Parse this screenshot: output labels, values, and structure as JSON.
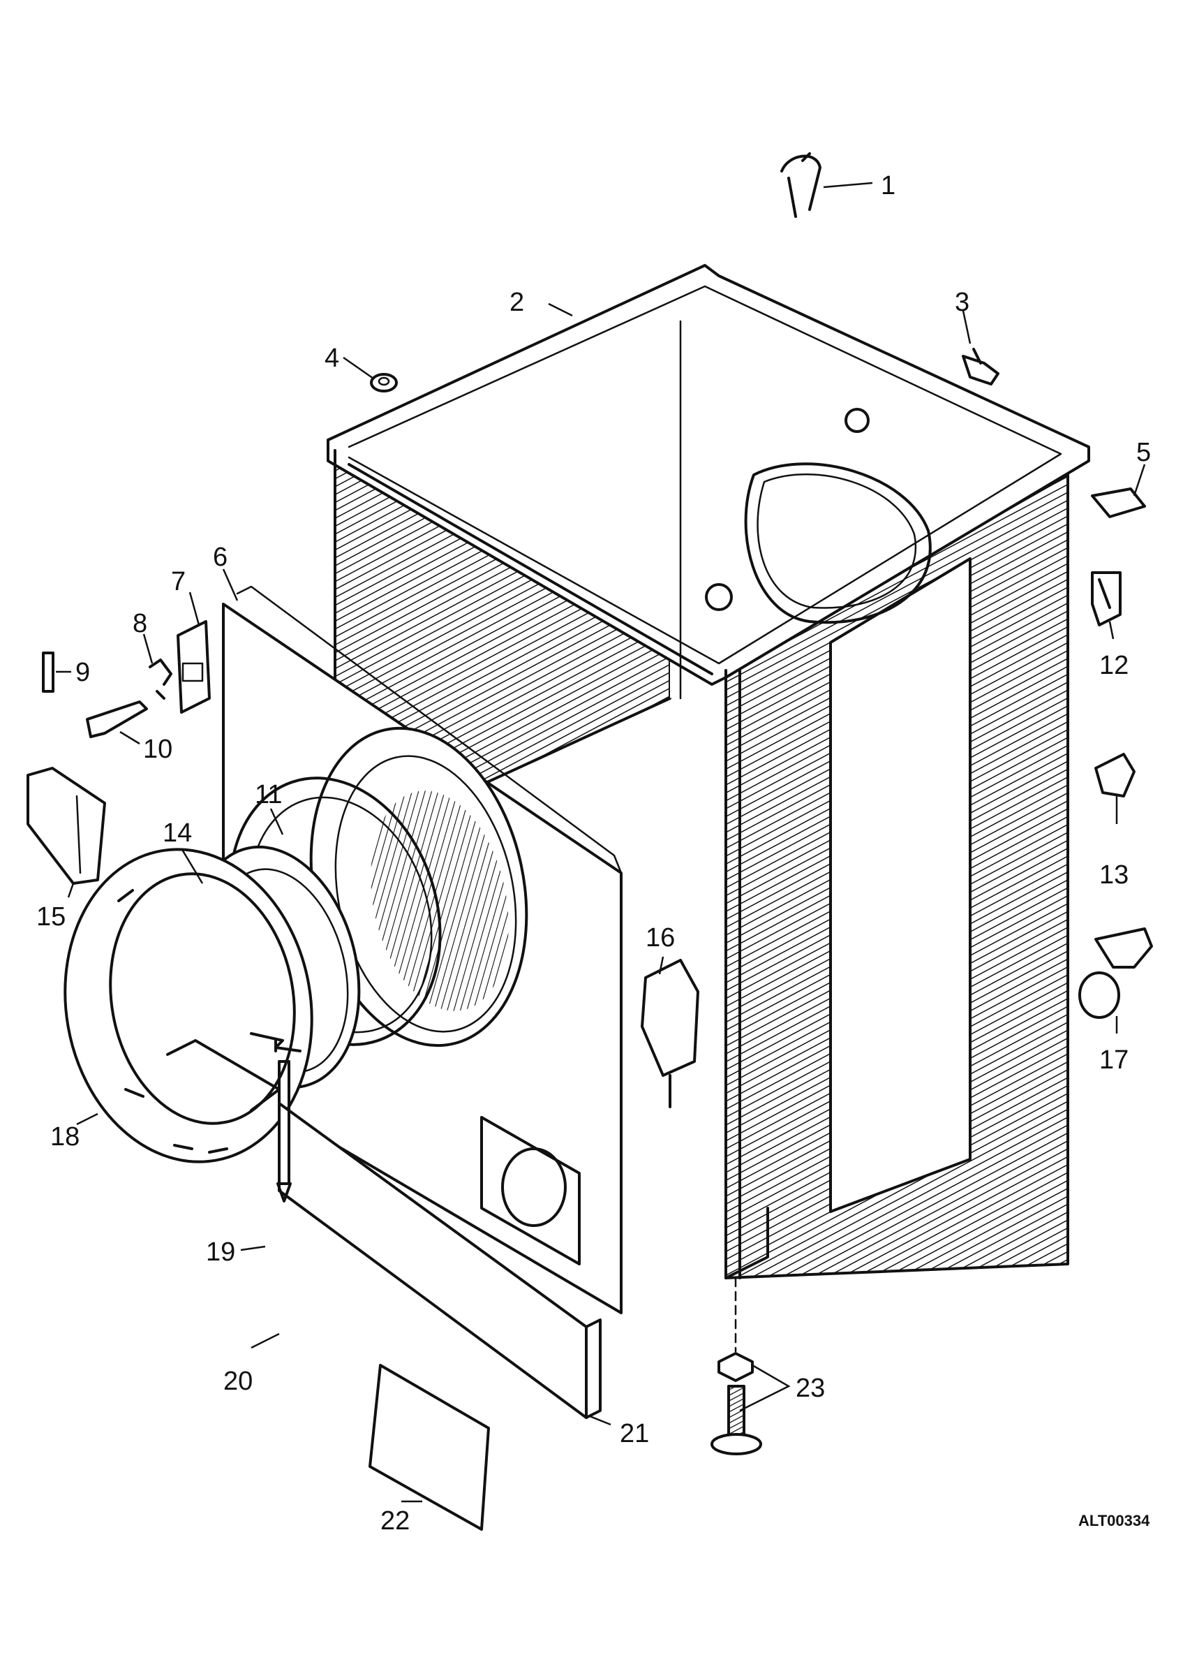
{
  "diagram_code": "ALT00334",
  "callouts": [
    {
      "label": "1"
    },
    {
      "label": "2"
    },
    {
      "label": "3"
    },
    {
      "label": "4"
    },
    {
      "label": "5"
    },
    {
      "label": "6"
    },
    {
      "label": "7"
    },
    {
      "label": "8"
    },
    {
      "label": "9"
    },
    {
      "label": "10"
    },
    {
      "label": "11"
    },
    {
      "label": "12"
    },
    {
      "label": "13"
    },
    {
      "label": "14"
    },
    {
      "label": "15"
    },
    {
      "label": "16"
    },
    {
      "label": "17"
    },
    {
      "label": "18"
    },
    {
      "label": "19"
    },
    {
      "label": "20"
    },
    {
      "label": "21"
    },
    {
      "label": "22"
    },
    {
      "label": "23"
    }
  ],
  "colors": {
    "ink": "#111111",
    "paper": "#ffffff"
  }
}
